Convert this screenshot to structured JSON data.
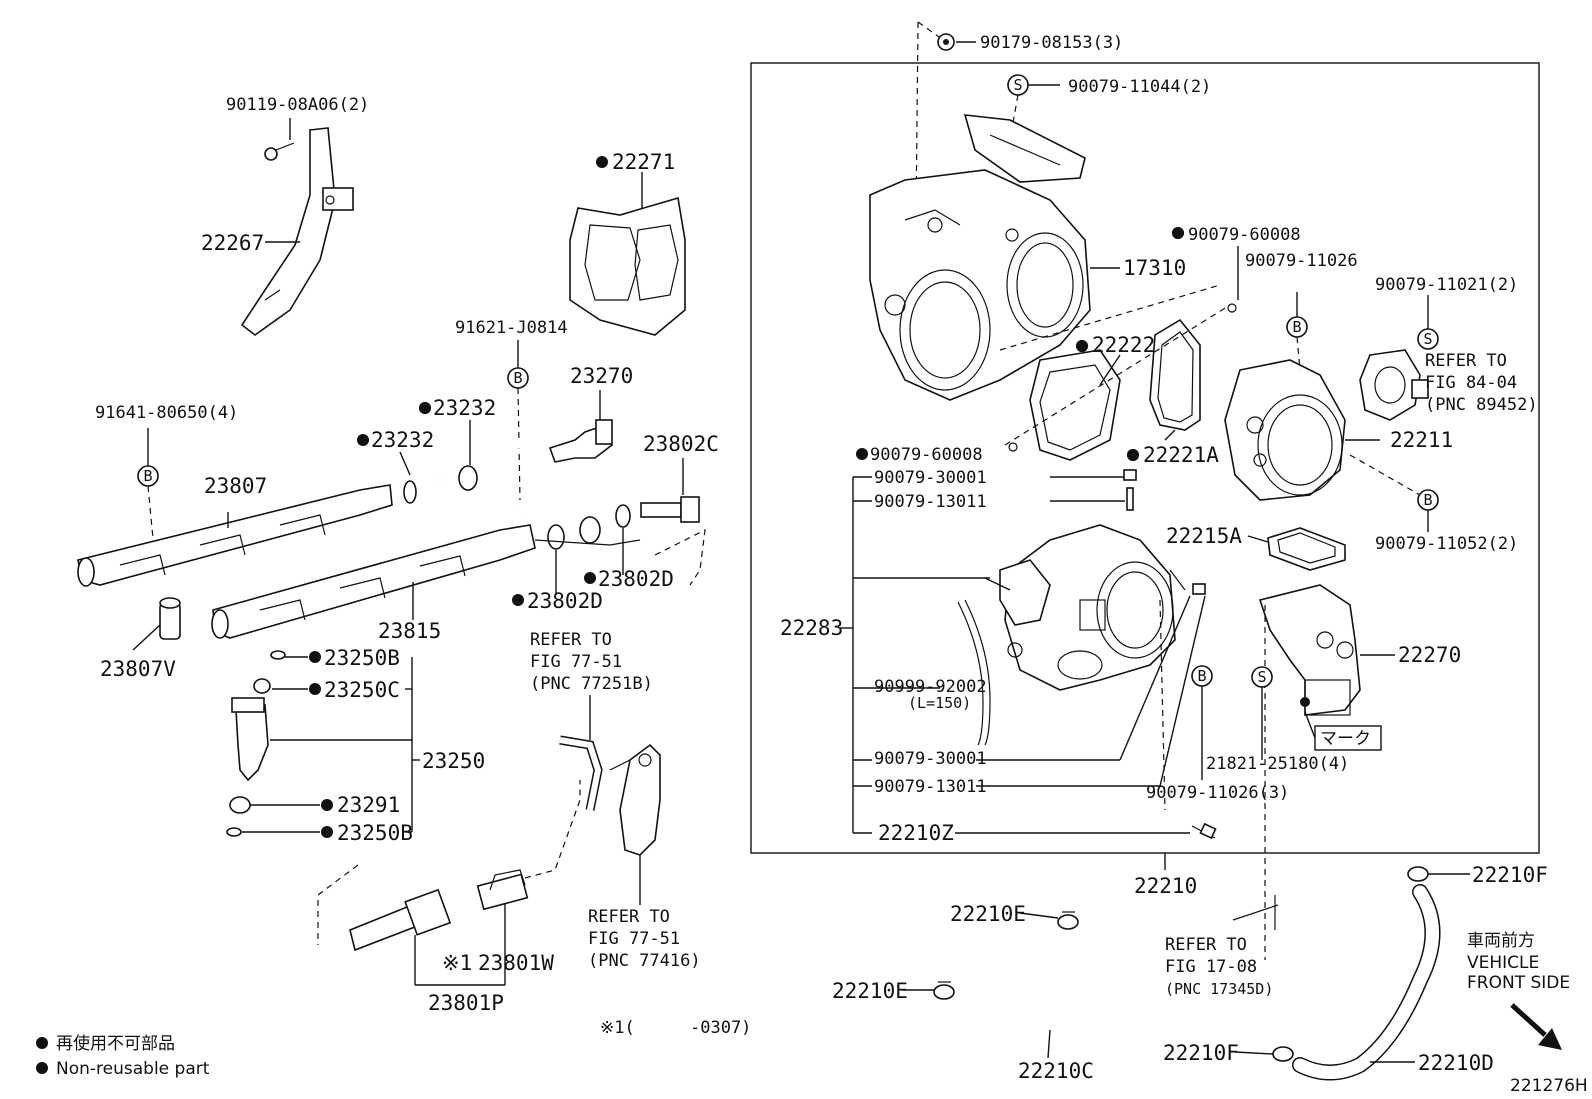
{
  "labels": {
    "l1": "90179-08153(3)",
    "l2": "90079-11044(2)",
    "l3": "90119-08A06(2)",
    "l4": "22267",
    "l5": "22271",
    "l6": "17310",
    "l7": "90079-60008",
    "l8": "90079-11026",
    "l9": "90079-11021(2)",
    "l10": "REFER TO",
    "l11": "FIG 84-04",
    "l12": "(PNC 89452)",
    "l13": "91621-J0814",
    "l14": "23270",
    "l15": "22222",
    "l16": "91641-80650(4)",
    "l17": "23232",
    "l18": "23232",
    "l19": "23802C",
    "l20": "22211",
    "l21": "90079-60008",
    "l22": "22221A",
    "l23": "23807",
    "l24": "90079-30001",
    "l25": "90079-13011",
    "l26": "22215A",
    "l27": "90079-11052(2)",
    "l28": "23802D",
    "l29": "23802D",
    "l30": "23807V",
    "l31": "23815",
    "l32": "22283",
    "l33": "22270",
    "l34": "23250B",
    "l35": "23250C",
    "l36": "REFER TO",
    "l37": "FIG 77-51",
    "l38": "(PNC 77251B)",
    "l39": "90999-92002",
    "l40": "(L=150)",
    "l41": "マーク",
    "l42": "23250",
    "l43": "90079-30001",
    "l44": "21821-25180(4)",
    "l45": "23291",
    "l46": "90079-13011",
    "l47": "90079-11026(3)",
    "l48": "23250B",
    "l49": "22210Z",
    "l50": "22210",
    "l51": "22210F",
    "l52": "22210E",
    "l53": "REFER TO",
    "l54": "FIG 77-51",
    "l55": "(PNC 77416)",
    "l56": "※1",
    "l57": "23801W",
    "l58": "REFER TO",
    "l59": "FIG 17-08",
    "l60": "(PNC 17345D)",
    "l61": "車両前方",
    "l62": "VEHICLE",
    "l63": "FRONT SIDE",
    "l64": "22210E",
    "l65": "23801P",
    "l66": "22210C",
    "l67": "22210F",
    "l68": "22210D",
    "l69": "※1(",
    "l70": "-0307)",
    "l71": "221276H"
  },
  "callouts": {
    "b": "B",
    "s": "S"
  },
  "legend": {
    "jp": "再使用不可部品",
    "en": "Non-reusable part"
  }
}
